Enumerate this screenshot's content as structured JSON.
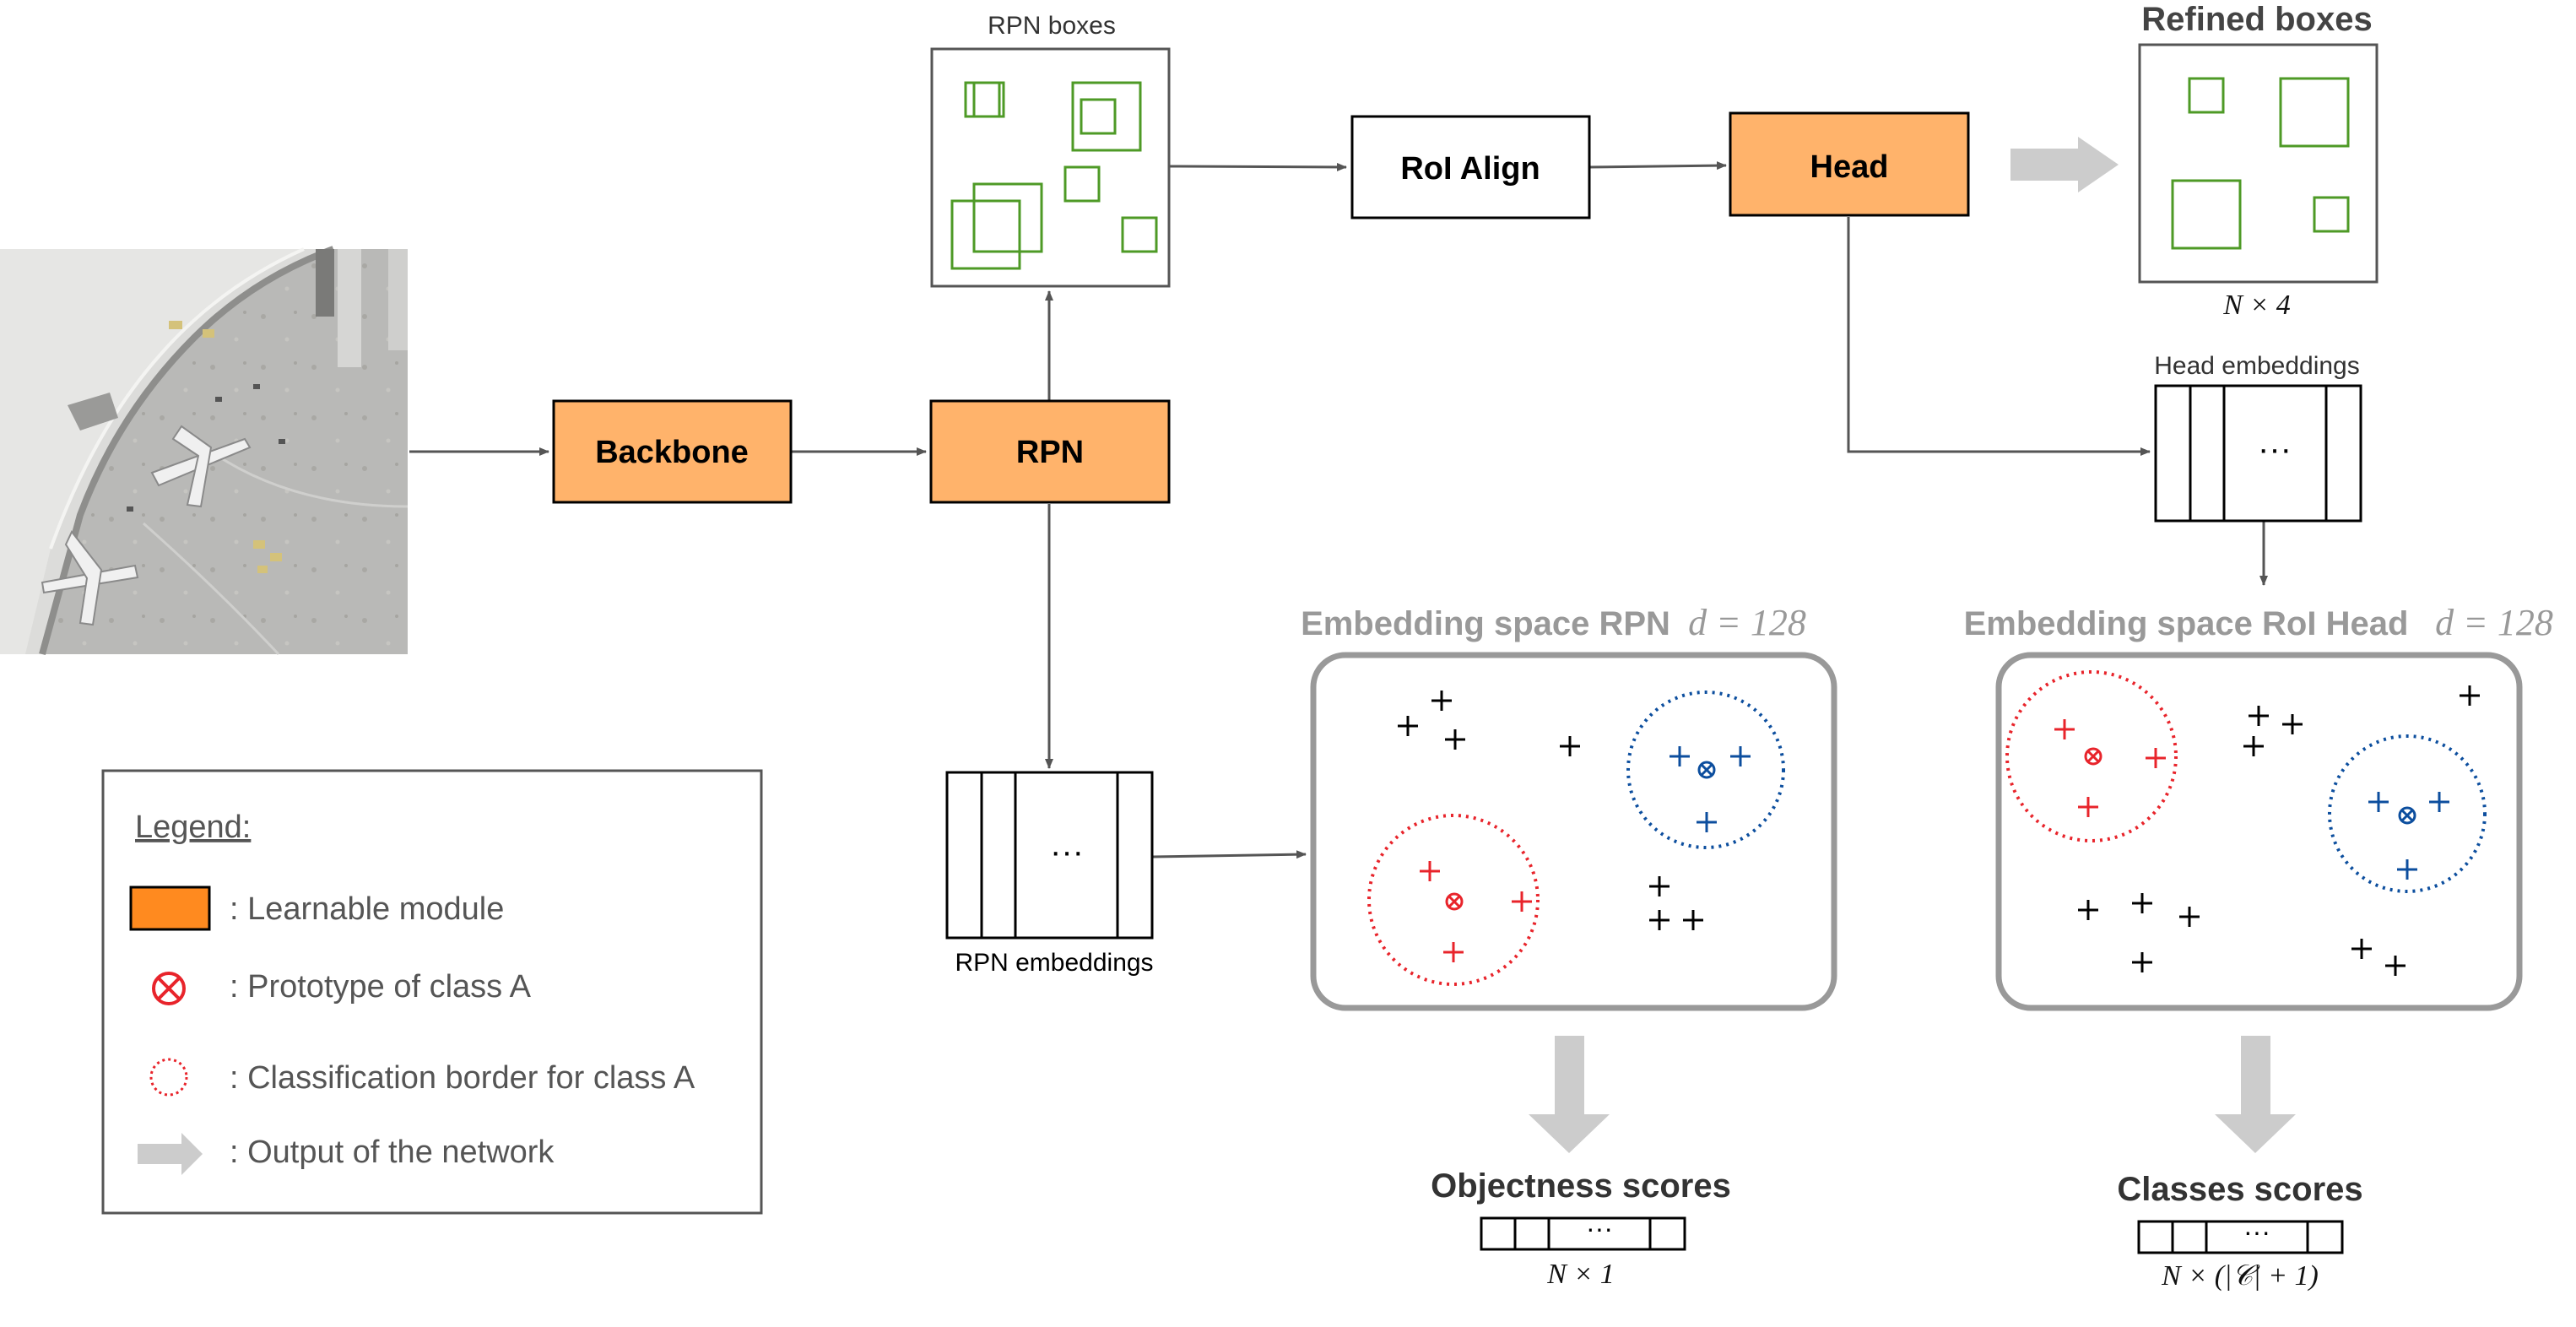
{
  "colors": {
    "learnable": "#FFB36B",
    "learnable_legend": "#FF8A1F",
    "green_box": "#4E9A26",
    "red_class": "#E8242B",
    "blue_class": "#0C4E9E",
    "output_arrow": "#CCCCCC",
    "arrow": "#555555",
    "space_border": "#999999"
  },
  "input_image": {
    "icon": "aerial-airport-photo"
  },
  "modules": {
    "backbone": "Backbone",
    "rpn": "RPN",
    "roi_align": "RoI Align",
    "head": "Head"
  },
  "labels": {
    "rpn_boxes": "RPN boxes",
    "refined_boxes": "Refined boxes",
    "refined_dims": "N × 4",
    "head_embeddings": "Head embeddings",
    "rpn_embeddings": "RPN embeddings",
    "ellipsis": "···"
  },
  "spaces": {
    "rpn": {
      "title": "Embedding space RPN",
      "dim": "d = 128"
    },
    "head": {
      "title": "Embedding space RoI Head",
      "dim": "d = 128"
    }
  },
  "outputs": {
    "objectness": {
      "title": "Objectness scores",
      "dims": "N × 1"
    },
    "classes": {
      "title": "Classes scores",
      "dims": "N × (|𝒞| + 1)"
    }
  },
  "legend": {
    "title": "Legend:",
    "items": [
      {
        "icon": "learnable-module-swatch",
        "text": ": Learnable module"
      },
      {
        "icon": "prototype-icon",
        "text": ": Prototype of class A"
      },
      {
        "icon": "classification-border-icon",
        "text": ": Classification border for class A"
      },
      {
        "icon": "output-arrow-icon",
        "text": ": Output of the network"
      }
    ]
  }
}
